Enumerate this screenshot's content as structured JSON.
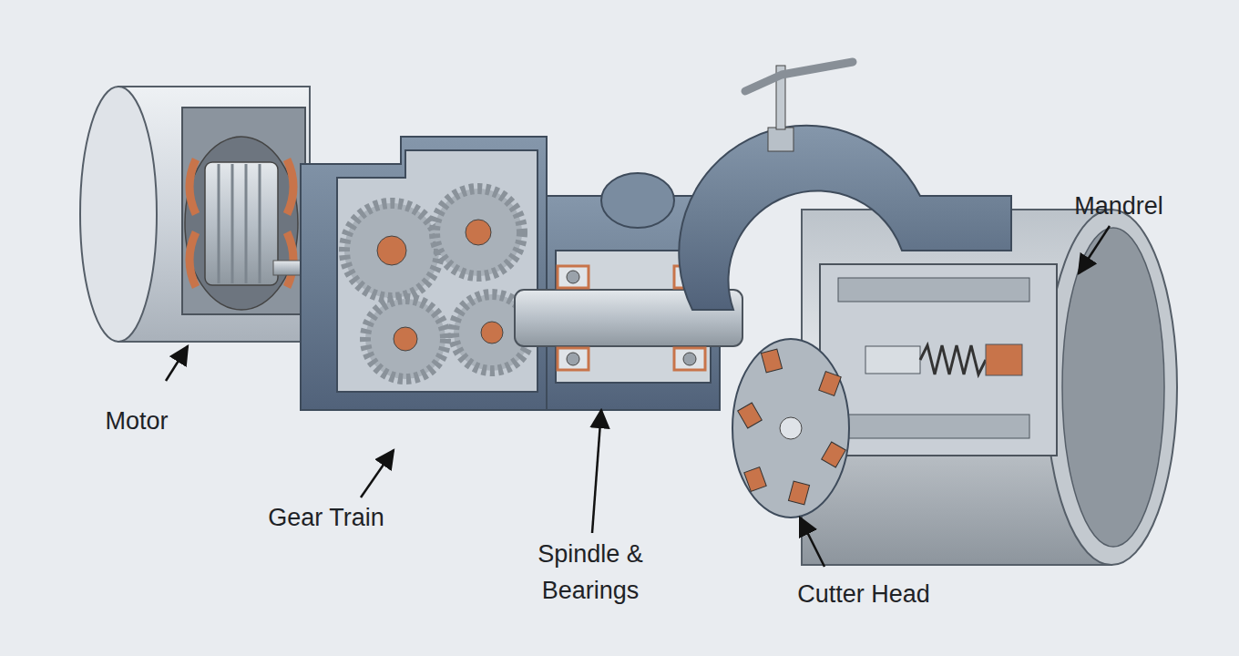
{
  "diagram": {
    "labels": [
      "Mandrel",
      "Motor",
      "Gear Train",
      "Spindle & Bearings",
      "Cutter Head"
    ]
  }
}
